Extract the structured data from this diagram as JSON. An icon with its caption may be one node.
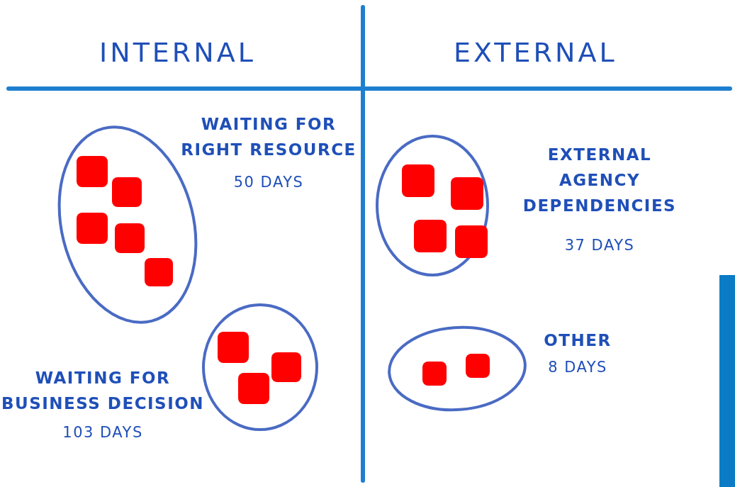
{
  "diagram": {
    "nodes": [
      {
        "text": [
          "WAITING FOR RIGHT RESOURCE",
          "50 DAYS"
        ]
      },
      {
        "text": [],
        "shape": "box",
        "in": 0
      },
      {
        "text": [],
        "shape": "box",
        "in": 0
      },
      {
        "text": [],
        "shape": "box",
        "in": 0
      },
      {
        "text": [],
        "shape": "box",
        "in": 0
      },
      {
        "text": [],
        "shape": "box",
        "in": 0
      },
      {
        "text": [
          "WAITING FOR BUSINESS DECISION",
          "103 DAYS"
        ]
      },
      {
        "text": [],
        "shape": "box",
        "in": 6
      },
      {
        "text": [],
        "shape": "box",
        "in": 6
      },
      {
        "text": [],
        "shape": "box",
        "in": 6
      },
      {
        "text": [
          "EXTERNAL AGENCY DEPENDENCIES",
          "37 DAYS"
        ]
      },
      {
        "text": [],
        "shape": "box",
        "in": 10
      },
      {
        "text": [],
        "shape": "box",
        "in": 10
      },
      {
        "text": [],
        "shape": "box",
        "in": 10
      },
      {
        "text": [],
        "shape": "box",
        "in": 10
      },
      {
        "text": [
          "OTHER",
          "8 DAYS"
        ]
      },
      {
        "text": [],
        "shape": "box",
        "in": 15
      },
      {
        "text": [],
        "shape": "box",
        "in": 15
      },
      {
        "text": [],
        "shape": "bar"
      }
    ],
    "labels": [
      "INTERNAL",
      "EXTERNAL"
    ]
  }
}
